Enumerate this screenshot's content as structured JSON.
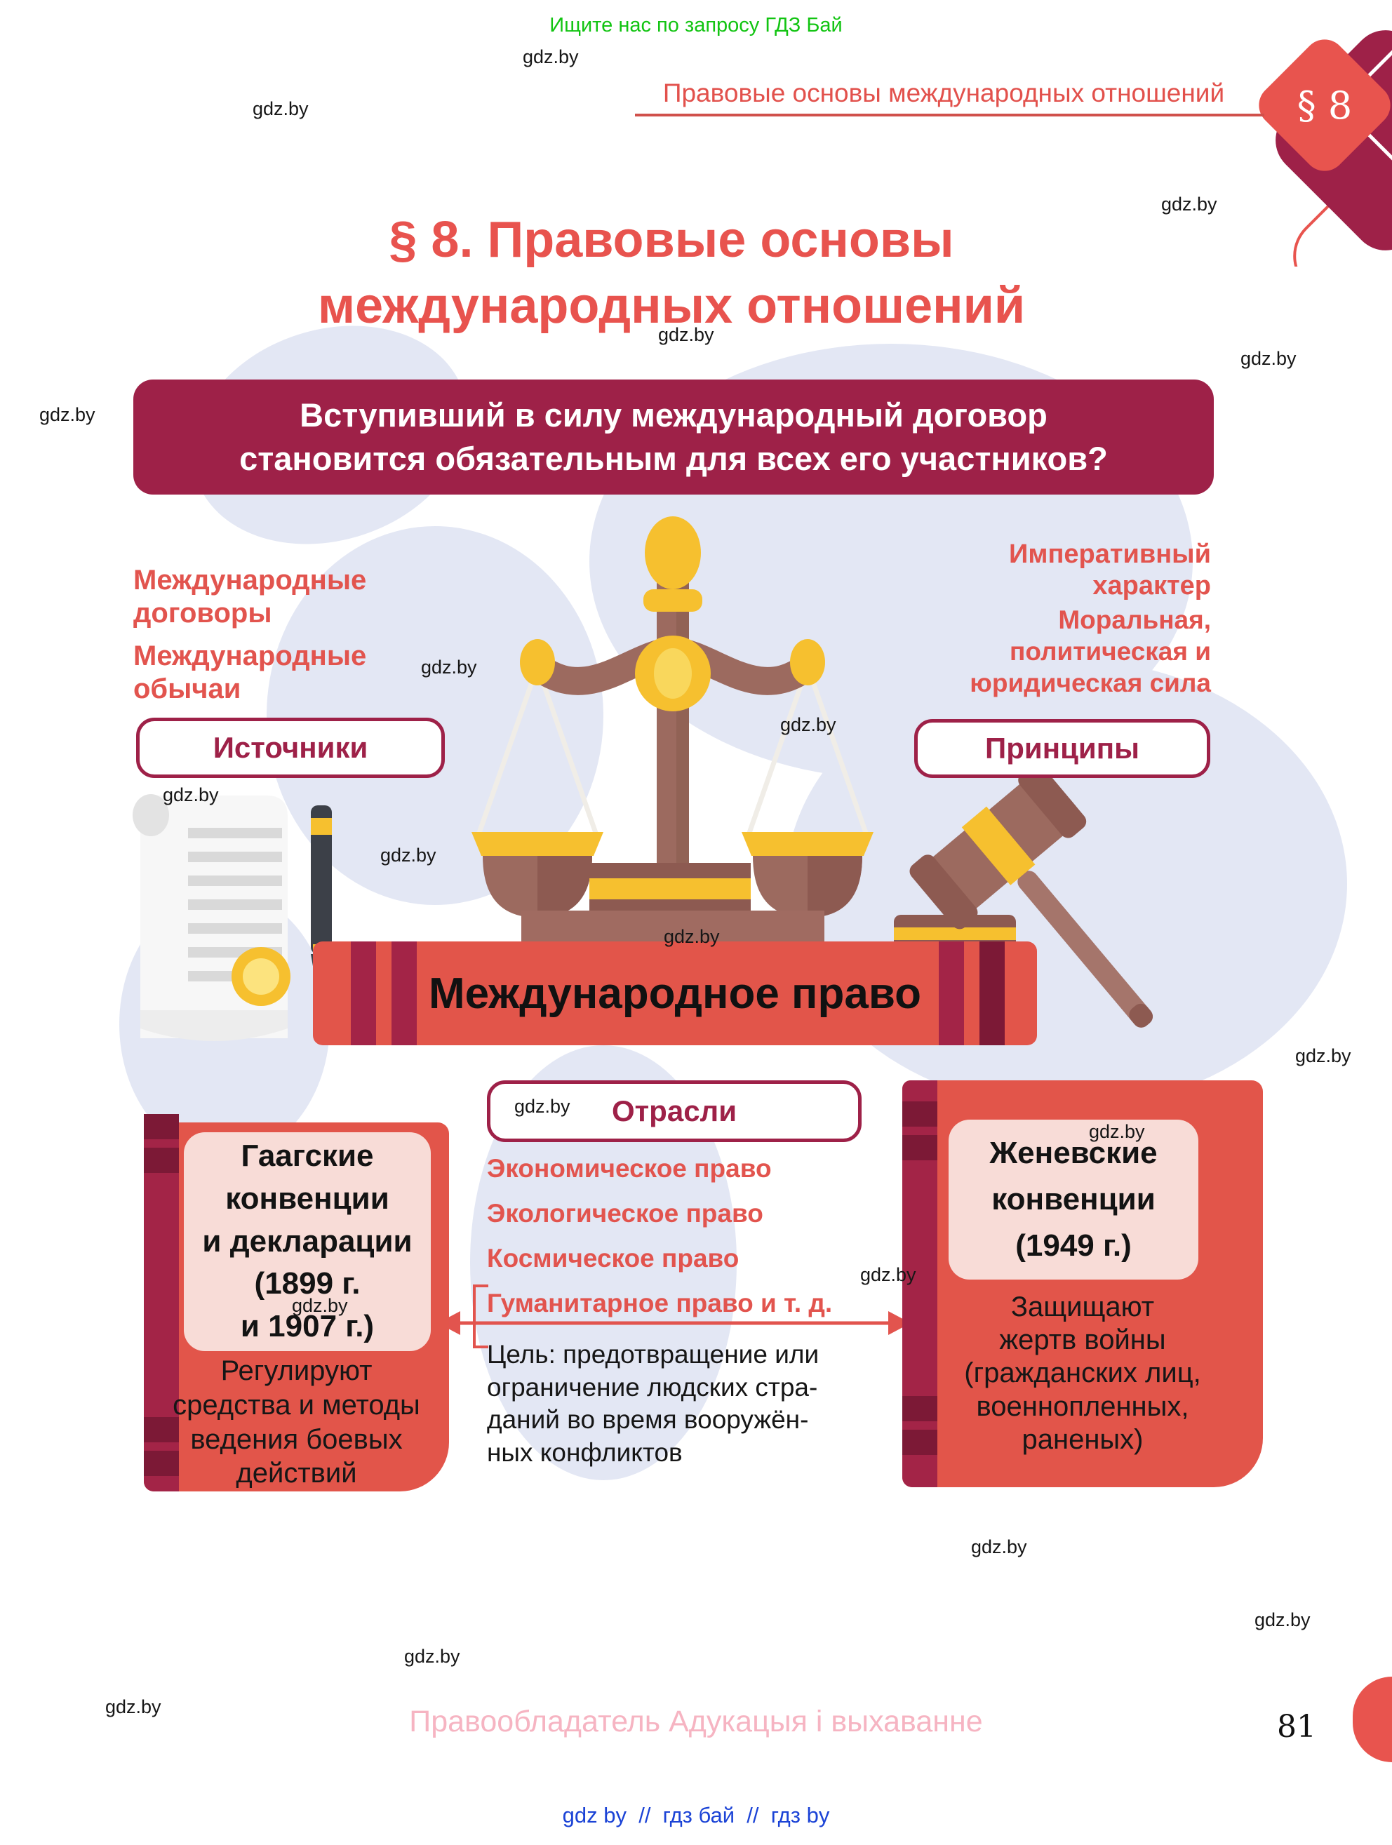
{
  "page": {
    "promo": "Ищите нас по запросу ГДЗ Бай",
    "running_header": "Правовые основы международных отношений",
    "badge": "§ 8",
    "title_line1": "§ 8. Правовые основы",
    "title_line2": "международных отношений",
    "question": "Вступивший в силу международный договор\nстановится обязательным для всех его участников?",
    "watermark": "gdz.by",
    "footer": "Правообладатель Адукацыя і выхаванне",
    "page_number": "81",
    "bottom_links": "gdz by  //  гдз бай  //  гдз by"
  },
  "infographic": {
    "book_label": "Международное право",
    "sources": {
      "label": "Источники",
      "item1": "Международные договоры",
      "item2": "Международные обычаи"
    },
    "principles": {
      "label": "Принципы",
      "item1": "Императивный характер",
      "item2": "Моральная, политическая и юридическая сила"
    },
    "branches": {
      "label": "Отрасли",
      "items": [
        "Экономическое право",
        "Экологическое право",
        "Космическое право",
        "Гуманитарное право и т. д."
      ],
      "goal": "Цель: предотвращение или\nограничение людских стра-\nданий во время вооружён-\nных конфликтов"
    },
    "hague": {
      "title": "Гаагские\nконвенции\nи декларации\n(1899 г.\nи 1907 г.)",
      "desc": "Регулируют\nсредства и методы\nведения боевых\nдействий"
    },
    "geneva": {
      "title": "Женевские\nконвенции\n(1949 г.)",
      "desc": "Защищают\nжертв войны\n(гражданских лиц,\nвоеннопленных,\nраненых)"
    }
  },
  "colors": {
    "maroon": "#9e2148",
    "book_red": "#e2554a",
    "spine_maroon": "#a32447",
    "spine_dark": "#7c1936",
    "accent_red_text": "#e8534e",
    "pink_panel": "#f8dcd7",
    "map_fill": "#e3e7f4",
    "gold": "#f6c02f",
    "wood": "#9c6a5f",
    "wood_dark": "#8d5a51",
    "promo_green": "#12c412",
    "links_blue": "#1b43d6",
    "footer_pink": "#f6b4c2"
  }
}
